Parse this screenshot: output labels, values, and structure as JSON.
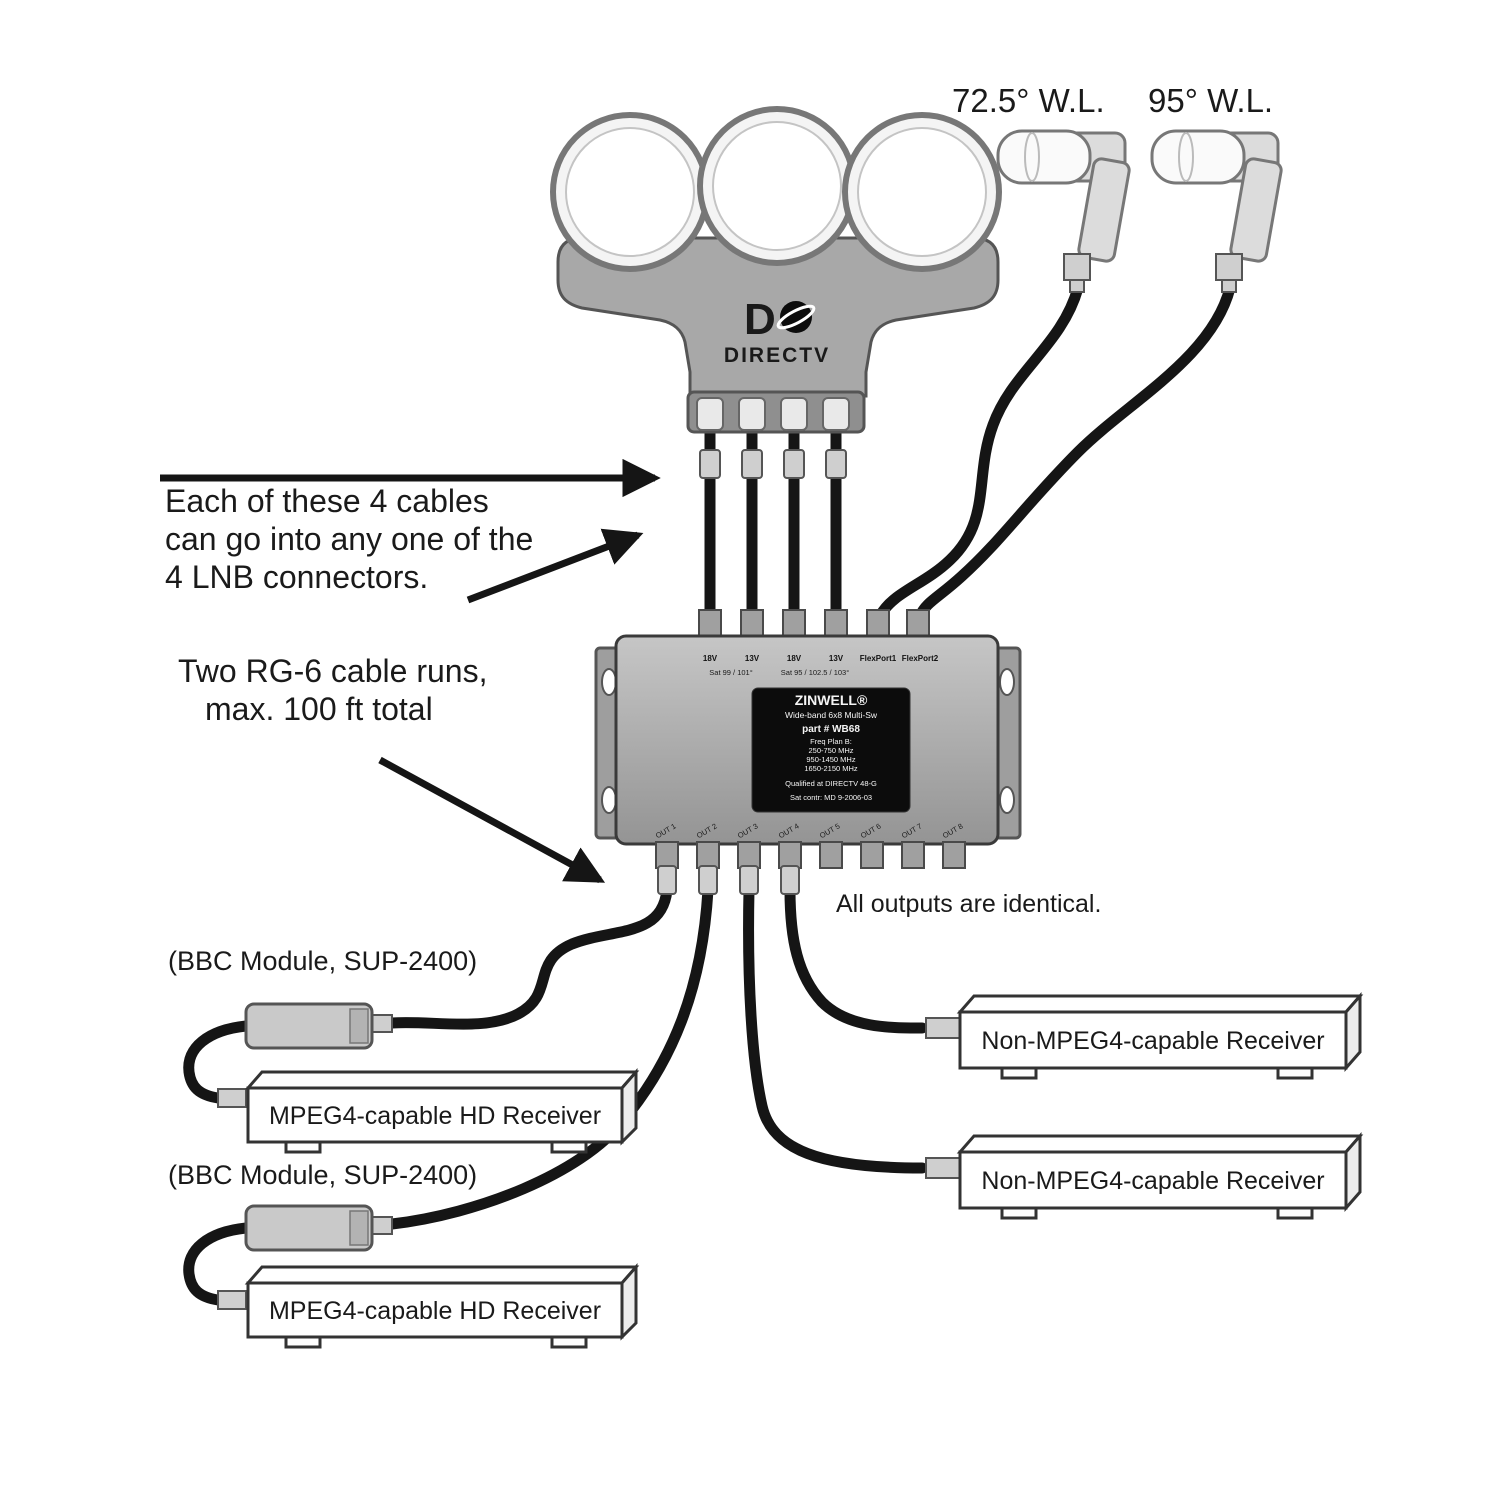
{
  "lnb_heads": {
    "lnb_72_label": "72.5° W.L.",
    "lnb_95_label": "95° W.L."
  },
  "directv_lnb": {
    "logo_d": "D",
    "brand": "DIRECTV"
  },
  "annotations": {
    "cables_note": [
      "Each of these 4 cables",
      "can go into any one of the",
      "4 LNB connectors."
    ],
    "rg6_note": [
      "Two RG-6 cable runs,",
      "max. 100 ft total"
    ],
    "outputs_note": "All outputs are identical."
  },
  "multiswitch": {
    "input_labels_row1": [
      "18V",
      "13V",
      "18V",
      "13V",
      "FlexPort1",
      "FlexPort2"
    ],
    "input_labels_row2": [
      "Sat 99 / 101°",
      "Sat 95 / 102.5 / 103°"
    ],
    "plate_lines": [
      "ZINWELL®",
      "Wide-band 6x8 Multi-Sw",
      "part # WB68",
      "Freq Plan B:",
      "250-750 MHz",
      "950-1450 MHz",
      "1650-2150 MHz",
      "Qualified at DIRECTV 48-G",
      "Sat contr:  MD 9-2006-03"
    ],
    "output_labels": [
      "OUT 1",
      "OUT 2",
      "OUT 3",
      "OUT 4",
      "OUT 5",
      "OUT 6",
      "OUT 7",
      "OUT 8"
    ]
  },
  "bbc_modules": {
    "module1_label": "(BBC Module, SUP-2400)",
    "module2_label": "(BBC Module, SUP-2400)"
  },
  "receivers": {
    "mpeg4_1": "MPEG4-capable HD Receiver",
    "mpeg4_2": "MPEG4-capable HD Receiver",
    "non_mpeg4_1": "Non-MPEG4-capable Receiver",
    "non_mpeg4_2": "Non-MPEG4-capable Receiver"
  },
  "colors": {
    "cable": "#151515",
    "device_gray": "#a8a8a8",
    "module_gray": "#c9c9c9",
    "plate_black": "#0c0c0c",
    "text": "#1a1a1a"
  }
}
